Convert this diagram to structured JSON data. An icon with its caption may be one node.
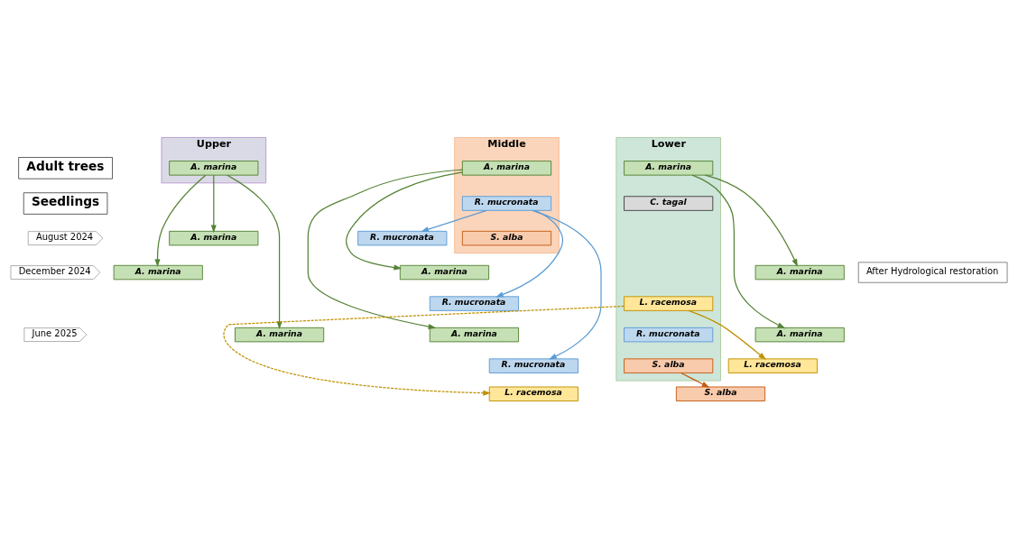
{
  "diagram": {
    "nodes": [
      {
        "text": [
          "Adult trees"
        ]
      },
      {
        "text": [
          "Seedlings"
        ]
      },
      {
        "text": [
          "August 2024"
        ]
      },
      {
        "text": [
          "December 2024"
        ]
      },
      {
        "text": [
          "June 2025"
        ]
      },
      {
        "text": [
          "After Hydrological restoration"
        ]
      },
      {
        "text": [
          "Upper"
        ]
      },
      {
        "text": [
          "A. marina"
        ],
        "in": 6
      },
      {
        "text": [
          "Middle"
        ]
      },
      {
        "text": [
          "A. marina"
        ],
        "in": 8
      },
      {
        "text": [
          "R. mucronata"
        ],
        "in": 8
      },
      {
        "text": [
          "S. alba"
        ],
        "in": 8
      },
      {
        "text": [
          "Lower"
        ]
      },
      {
        "text": [
          "A. marina"
        ],
        "in": 12
      },
      {
        "text": [
          "C. tagal"
        ],
        "in": 12
      },
      {
        "text": [
          "L. racemosa"
        ],
        "in": 12
      },
      {
        "text": [
          "R. mucronata"
        ],
        "in": 12
      },
      {
        "text": [
          "S. alba"
        ],
        "in": 12
      },
      {
        "text": [
          "A. marina"
        ]
      },
      {
        "text": [
          "A. marina"
        ]
      },
      {
        "text": [
          "A. marina"
        ]
      },
      {
        "text": [
          "R. mucronata"
        ]
      },
      {
        "text": [
          "A. marina"
        ]
      },
      {
        "text": [
          "R. mucronata"
        ]
      },
      {
        "text": [
          "A. marina"
        ]
      },
      {
        "text": [
          "R. mucronata"
        ]
      },
      {
        "text": [
          "L. racemosa"
        ]
      },
      {
        "text": [
          "A. marina"
        ]
      },
      {
        "text": [
          "A. marina"
        ]
      },
      {
        "text": [
          "L. racemosa"
        ]
      },
      {
        "text": [
          "S. alba"
        ]
      }
    ],
    "edges": [
      {
        "from": 7,
        "to": 18,
        "arrow": "to"
      },
      {
        "from": 7,
        "to": 19,
        "arrow": "to"
      },
      {
        "from": 7,
        "to": 20,
        "arrow": "to"
      },
      {
        "from": 9,
        "to": 22,
        "arrow": "to"
      },
      {
        "from": 9,
        "to": 24,
        "arrow": "to"
      },
      {
        "from": 10,
        "to": 21,
        "arrow": "to",
        "color": "#5b9bd5"
      },
      {
        "from": 10,
        "to": 23,
        "arrow": "to",
        "color": "#5b9bd5"
      },
      {
        "from": 10,
        "to": 25,
        "arrow": "to",
        "color": "#5b9bd5"
      },
      {
        "from": 13,
        "to": 27,
        "arrow": "to"
      },
      {
        "from": 13,
        "to": 28,
        "arrow": "to"
      },
      {
        "from": 15,
        "to": 29,
        "arrow": "to",
        "color": "#bf9000"
      },
      {
        "from": 17,
        "to": 30,
        "arrow": "to",
        "color": "#c55a11"
      },
      {
        "from": 15,
        "to": 26,
        "arrow": "to",
        "style": "dashed",
        "color": "#bf9000"
      }
    ]
  }
}
